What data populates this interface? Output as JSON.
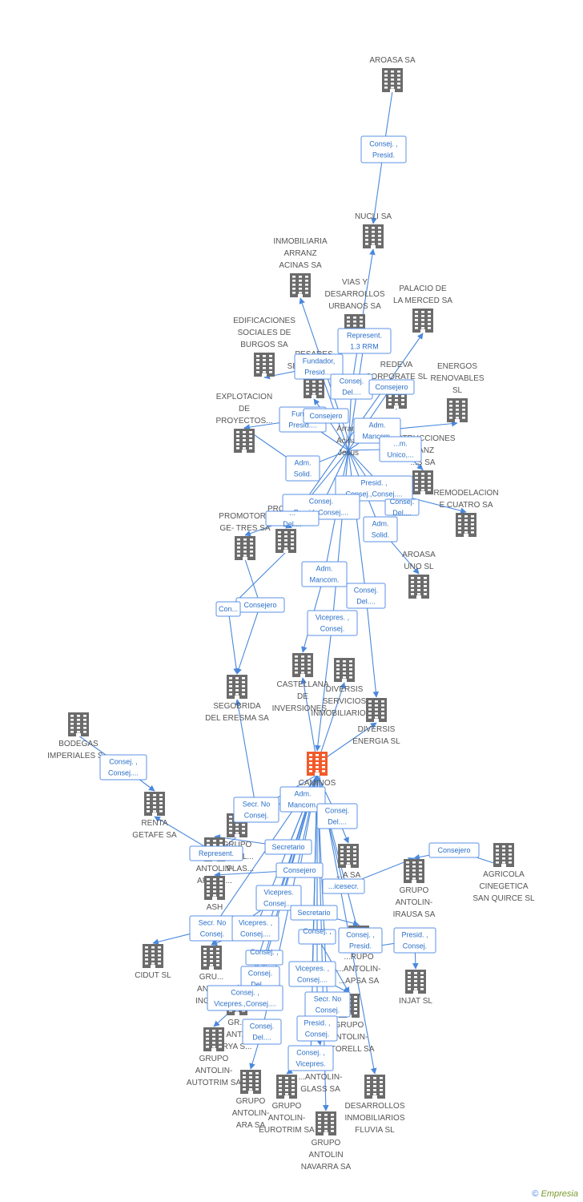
{
  "colors": {
    "building": "#6b6b6b",
    "focus": "#f25a2a",
    "edge": "#4a88dd",
    "label": "#555555"
  },
  "footer": {
    "copyright": "©",
    "brand": "Empresia"
  },
  "nodes": [
    {
      "id": "aroasa",
      "label": [
        "AROASA SA"
      ]
    },
    {
      "id": "nucli",
      "label": [
        "NUCLI SA"
      ]
    },
    {
      "id": "inm_arranz",
      "label": [
        "INMOBILIARIA",
        "ARRANZ",
        "ACINAS SA"
      ]
    },
    {
      "id": "vias",
      "label": [
        "VIAS Y",
        "DESARROLLOS",
        "URBANOS SA"
      ]
    },
    {
      "id": "palacio",
      "label": [
        "PALACIO DE",
        "LA MERCED SA"
      ]
    },
    {
      "id": "edificaciones",
      "label": [
        "EDIFICACIONES",
        "SOCIALES DE",
        "BURGOS SA"
      ]
    },
    {
      "id": "pesares",
      "label": [
        "PESARES",
        "SEGOVIANOS"
      ]
    },
    {
      "id": "redeva",
      "label": [
        "REDEVA",
        "CORPORATE SL"
      ]
    },
    {
      "id": "energos",
      "label": [
        "ENERGOS",
        "RENOVABLES",
        "SL"
      ]
    },
    {
      "id": "explotacion",
      "label": [
        "EXPLOTACION",
        "DE",
        "PROYECTOS..."
      ]
    },
    {
      "id": "arranz_person",
      "label": [
        "Arranz",
        "Acinas",
        "Jesus"
      ]
    },
    {
      "id": "construcciones",
      "label": [
        "...STRUCCIONES",
        "...ANZ",
        "...S SA"
      ]
    },
    {
      "id": "remodelacion",
      "label": [
        "REMODELACION",
        "E CUATRO SA"
      ]
    },
    {
      "id": "promotora_ge",
      "label": [
        "PROMOTORA",
        "GE- TRES SA"
      ]
    },
    {
      "id": "promo_pa",
      "label": [
        "PROMO...",
        "PA..."
      ]
    },
    {
      "id": "aroasa_uno",
      "label": [
        "AROASA",
        "UNO SL"
      ]
    },
    {
      "id": "castellana",
      "label": [
        "CASTELLANA",
        "DE",
        "INVERSIONES..."
      ]
    },
    {
      "id": "diversis_serv",
      "label": [
        "DIVERSIS",
        "SERVICIOS",
        "INMOBILIARIOS..."
      ]
    },
    {
      "id": "segobrida",
      "label": [
        "SEGOBRIDA",
        "DEL ERESMA SA"
      ]
    },
    {
      "id": "diversis_energia",
      "label": [
        "DIVERSIS",
        "ENERGIA SL"
      ]
    },
    {
      "id": "bodegas",
      "label": [
        "BODEGAS",
        "IMPERIALES S..."
      ]
    },
    {
      "id": "caminos",
      "label": [
        "CAMINOS",
        "...A"
      ]
    },
    {
      "id": "renta",
      "label": [
        "RENTA",
        "GETAFE SA"
      ]
    },
    {
      "id": "agricola",
      "label": [
        "AGRICOLA",
        "CINEGETICA",
        "SAN QUIRCE  SL"
      ]
    },
    {
      "id": "ga_plas",
      "label": [
        "GRUPO",
        "ANTOL...",
        "...PLAS..."
      ]
    },
    {
      "id": "aragu",
      "label": [
        "ANTOLIN-",
        "ARAGU..."
      ]
    },
    {
      "id": "ash",
      "label": [
        "ASH"
      ]
    },
    {
      "id": "ga_irausa",
      "label": [
        "GRUPO",
        "ANTOLIN-",
        "IRAUSA SA"
      ]
    },
    {
      "id": "ga_sa",
      "label": [
        "...A SA"
      ]
    },
    {
      "id": "cidut",
      "label": [
        "CIDUT SL"
      ]
    },
    {
      "id": "ga_ingen",
      "label": [
        "GRU...",
        "ANTO...",
        "INGEN..."
      ]
    },
    {
      "id": "ga_rapsa",
      "label": [
        "...RUPO",
        "...ANTOLIN-",
        "...APSA SA"
      ]
    },
    {
      "id": "injat",
      "label": [
        "INJAT SL"
      ]
    },
    {
      "id": "ga_rya",
      "label": [
        "GR...",
        "ANT...",
        "RYA S..."
      ]
    },
    {
      "id": "ga_autotrim",
      "label": [
        "GRUPO",
        "ANTOLIN-",
        "AUTOTRIM SA"
      ]
    },
    {
      "id": "ga_torell",
      "label": [
        "GRUPO",
        "ANTOLIN-",
        "...TORELL SA"
      ]
    },
    {
      "id": "ga_glass",
      "label": [
        "...ANTOLIN-",
        "GLASS SA"
      ]
    },
    {
      "id": "ga_ara",
      "label": [
        "GRUPO",
        "ANTOLIN-",
        "ARA SA"
      ]
    },
    {
      "id": "ga_eurotrim",
      "label": [
        "GRUPO",
        "ANTOLIN-",
        "EUROTRIM SA"
      ]
    },
    {
      "id": "desarrollos_fluvia",
      "label": [
        "DESARROLLOS",
        "INMOBILIARIOS",
        "FLUVIA SL"
      ]
    },
    {
      "id": "ga_navarra",
      "label": [
        "GRUPO",
        "ANTOLIN",
        "NAVARRA SA"
      ]
    }
  ],
  "edges": [
    {
      "id": "e_aroasa_nucli",
      "lines": [
        "Consej. ,",
        "Presid."
      ]
    },
    {
      "id": "e_repr_1",
      "lines": [
        "Represent.",
        "1.3 RRM"
      ]
    },
    {
      "id": "e_fund_1",
      "lines": [
        "Fundador,",
        "Presid...."
      ]
    },
    {
      "id": "e_consej_del_1",
      "lines": [
        "Consej.",
        "Del...."
      ]
    },
    {
      "id": "e_consejero_1",
      "lines": [
        "Consejero"
      ]
    },
    {
      "id": "e_fund_2",
      "lines": [
        "Fund...",
        "Presid...."
      ]
    },
    {
      "id": "e_consejero_2",
      "lines": [
        "Consejero"
      ]
    },
    {
      "id": "e_adm_mancom_1",
      "lines": [
        "Adm.",
        "Mancom."
      ]
    },
    {
      "id": "e_adm_unico",
      "lines": [
        "...m.",
        "Unico,..."
      ]
    },
    {
      "id": "e_adm_solid_1",
      "lines": [
        "Adm.",
        "Solid."
      ]
    },
    {
      "id": "e_presid_consej_1",
      "lines": [
        "Presid. ,",
        "Consej.,Consej...."
      ]
    },
    {
      "id": "e_consej_del_2",
      "lines": [
        "Consej.",
        "Del...."
      ]
    },
    {
      "id": "e_consej_2",
      "lines": [
        "Consej.",
        "Presid.,Consej...."
      ]
    },
    {
      "id": "e_del_1",
      "lines": [
        "...",
        "Del...."
      ]
    },
    {
      "id": "e_adm_solid_2",
      "lines": [
        "Adm.",
        "Solid."
      ]
    },
    {
      "id": "e_adm_mancom_2",
      "lines": [
        "Adm.",
        "Mancom."
      ]
    },
    {
      "id": "e_consej_del_3",
      "lines": [
        "Consej.",
        "Del...."
      ]
    },
    {
      "id": "e_consejero_3",
      "lines": [
        "Consejero"
      ]
    },
    {
      "id": "e_consej_3",
      "lines": [
        "Con..."
      ]
    },
    {
      "id": "e_vicepres_1",
      "lines": [
        "Vicepres. ,",
        "Consej."
      ]
    },
    {
      "id": "e_consej_4",
      "lines": [
        "Consej. ,",
        "Consej...."
      ]
    },
    {
      "id": "e_secr_no_1",
      "lines": [
        "Secr.  No",
        "Consej."
      ]
    },
    {
      "id": "e_adm_mancom_3",
      "lines": [
        "Adm.",
        "Mancom."
      ]
    },
    {
      "id": "e_consej_del_4",
      "lines": [
        "Consej.",
        "Del...."
      ]
    },
    {
      "id": "e_consejero_4",
      "lines": [
        "Consejero"
      ]
    },
    {
      "id": "e_represent_2",
      "lines": [
        "Represent."
      ]
    },
    {
      "id": "e_secretario_1",
      "lines": [
        "Secretario"
      ]
    },
    {
      "id": "e_consejero_5",
      "lines": [
        "Consejero"
      ]
    },
    {
      "id": "e_vicesecr",
      "lines": [
        "...icesecr."
      ]
    },
    {
      "id": "e_vicepres_2",
      "lines": [
        "Vicepres.",
        "Consej...."
      ]
    },
    {
      "id": "e_secretario_2",
      "lines": [
        "Secretario"
      ]
    },
    {
      "id": "e_secr_no_2",
      "lines": [
        "Secr.  No",
        "Consej."
      ]
    },
    {
      "id": "e_vicepres_3",
      "lines": [
        "Vicepres. ,",
        "Consej...."
      ]
    },
    {
      "id": "e_consej_5",
      "lines": [
        "Consej. ,",
        "Presid."
      ]
    },
    {
      "id": "e_presid_consej_2",
      "lines": [
        "Presid. ,",
        "Consej."
      ]
    },
    {
      "id": "e_consej_6",
      "lines": [
        "Consej. ,",
        "..."
      ]
    },
    {
      "id": "e_consej_7",
      "lines": [
        "Consej. ,",
        "..."
      ]
    },
    {
      "id": "e_consej_del_5",
      "lines": [
        "Consej.",
        "Del...."
      ]
    },
    {
      "id": "e_vicepres_4",
      "lines": [
        "Vicepres. ,",
        "Consej...."
      ]
    },
    {
      "id": "e_consej_8",
      "lines": [
        "Consej. ,",
        "Vicepres.,Consej...."
      ]
    },
    {
      "id": "e_secr_no_3",
      "lines": [
        "Secr.  No",
        "Consej."
      ]
    },
    {
      "id": "e_consej_del_6",
      "lines": [
        "Consej.",
        "Del...."
      ]
    },
    {
      "id": "e_presid_consej_3",
      "lines": [
        "Presid. ,",
        "Consej."
      ]
    },
    {
      "id": "e_consej_vice",
      "lines": [
        "Consej. ,",
        "Vicepres."
      ]
    }
  ]
}
